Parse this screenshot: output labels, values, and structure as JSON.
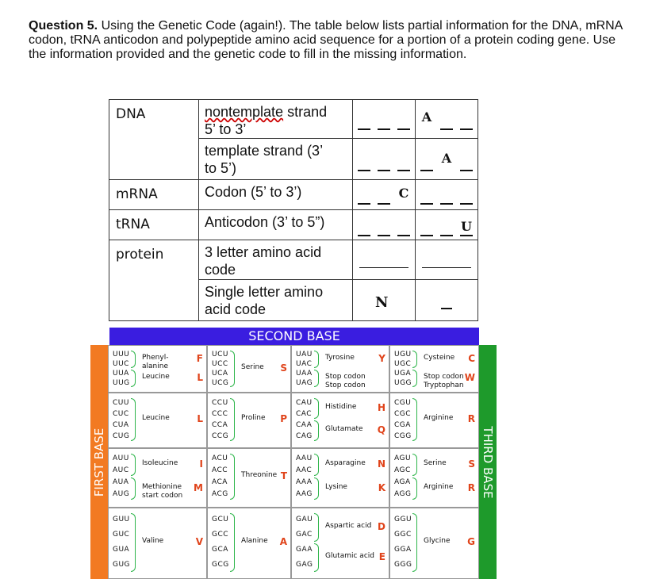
{
  "question": {
    "number": "Question 5.",
    "text": " Using the Genetic Code (again!). The table below lists partial information for the DNA, mRNA codon, tRNA anticodon and polypeptide amino acid sequence for a portion of a protein coding gene. Use the information provided and the genetic code to fill in the missing information."
  },
  "worksheet": {
    "dna_label": "DNA",
    "nontemplate_word": "nontemplate",
    "nontemplate_rest": " strand",
    "nontemplate_dir": "5’ to 3’",
    "template_line1": "template strand (3’",
    "template_line2": "to 5’)",
    "mrna_label": "mRNA",
    "codon_desc": "Codon (5’ to 3’)",
    "trna_label": "tRNA",
    "anticodon_desc": "Anticodon (3’ to 5”)",
    "protein_label": "protein",
    "three_letter_desc": "3 letter amino acid code",
    "single_letter_desc": "Single letter amino acid code",
    "nontemplate_col1": [
      "",
      "",
      ""
    ],
    "nontemplate_col2": [
      "A",
      "",
      ""
    ],
    "template_col1": [
      "",
      "",
      ""
    ],
    "template_col2": [
      "",
      "A",
      ""
    ],
    "codon_col1": [
      "",
      "",
      "C"
    ],
    "codon_col2": [
      "",
      "",
      ""
    ],
    "anticodon_col1": [
      "",
      "",
      ""
    ],
    "anticodon_col2": [
      "",
      "",
      "U"
    ],
    "single_col1": "N"
  },
  "genetic_code": {
    "second_base": "SECOND BASE",
    "first_base": "FIRST BASE",
    "third_base": "THIRD BASE",
    "cells": [
      {
        "codons": [
          "UUU",
          "UUC",
          "UUA",
          "UUG"
        ],
        "aas": [
          {
            "name": "Phenyl-\nalanine",
            "abbr": "F",
            "color": "#e0441b"
          },
          {
            "name": "Leucine",
            "abbr": "L",
            "color": "#e0441b"
          }
        ]
      },
      {
        "codons": [
          "UCU",
          "UCC",
          "UCA",
          "UCG"
        ],
        "aas": [
          {
            "name": "Serine",
            "abbr": "S",
            "color": "#e0441b"
          }
        ]
      },
      {
        "codons": [
          "UAU",
          "UAC",
          "UAA",
          "UAG"
        ],
        "aas": [
          {
            "name": "Tyrosine",
            "abbr": "Y",
            "color": "#e0441b"
          },
          {
            "name": "Stop codon\nStop codon",
            "abbr": "",
            "color": "#111"
          }
        ]
      },
      {
        "codons": [
          "UGU",
          "UGC",
          "UGA",
          "UGG"
        ],
        "aas": [
          {
            "name": "Cysteine",
            "abbr": "C",
            "color": "#e0441b"
          },
          {
            "name": "Stop codon\nTryptophan",
            "abbr": "W",
            "color": "#e0441b"
          }
        ]
      },
      {
        "codons": [
          "CUU",
          "CUC",
          "CUA",
          "CUG"
        ],
        "aas": [
          {
            "name": "Leucine",
            "abbr": "L",
            "color": "#e0441b"
          }
        ]
      },
      {
        "codons": [
          "CCU",
          "CCC",
          "CCA",
          "CCG"
        ],
        "aas": [
          {
            "name": "Proline",
            "abbr": "P",
            "color": "#e0441b"
          }
        ]
      },
      {
        "codons": [
          "CAU",
          "CAC",
          "CAA",
          "CAG"
        ],
        "aas": [
          {
            "name": "Histidine",
            "abbr": "H",
            "color": "#e0441b"
          },
          {
            "name": "Glutamate",
            "abbr": "Q",
            "color": "#e0441b"
          }
        ]
      },
      {
        "codons": [
          "CGU",
          "CGC",
          "CGA",
          "CGG"
        ],
        "aas": [
          {
            "name": "Arginine",
            "abbr": "R",
            "color": "#e0441b"
          }
        ]
      },
      {
        "codons": [
          "AUU",
          "AUC",
          "AUA",
          "AUG"
        ],
        "aas": [
          {
            "name": "Isoleucine",
            "abbr": "I",
            "color": "#e0441b"
          },
          {
            "name": "Methionine\nstart codon",
            "abbr": "M",
            "color": "#e0441b"
          }
        ]
      },
      {
        "codons": [
          "ACU",
          "ACC",
          "ACA",
          "ACG"
        ],
        "aas": [
          {
            "name": "Threonine",
            "abbr": "T",
            "color": "#e0441b"
          }
        ]
      },
      {
        "codons": [
          "AAU",
          "AAC",
          "AAA",
          "AAG"
        ],
        "aas": [
          {
            "name": "Asparagine",
            "abbr": "N",
            "color": "#e0441b"
          },
          {
            "name": "Lysine",
            "abbr": "K",
            "color": "#e0441b"
          }
        ]
      },
      {
        "codons": [
          "AGU",
          "AGC",
          "AGA",
          "AGG"
        ],
        "aas": [
          {
            "name": "Serine",
            "abbr": "S",
            "color": "#e0441b"
          },
          {
            "name": "Arginine",
            "abbr": "R",
            "color": "#e0441b"
          }
        ]
      },
      {
        "codons": [
          "GUU",
          "GUC",
          "GUA",
          "GUG"
        ],
        "aas": [
          {
            "name": "Valine",
            "abbr": "V",
            "color": "#e0441b"
          }
        ]
      },
      {
        "codons": [
          "GCU",
          "GCC",
          "GCA",
          "GCG"
        ],
        "aas": [
          {
            "name": "Alanine",
            "abbr": "A",
            "color": "#e0441b"
          }
        ]
      },
      {
        "codons": [
          "GAU",
          "GAC",
          "GAA",
          "GAG"
        ],
        "aas": [
          {
            "name": "Aspartic acid",
            "abbr": "D",
            "color": "#e0441b"
          },
          {
            "name": "Glutamic acid",
            "abbr": "E",
            "color": "#e0441b"
          }
        ]
      },
      {
        "codons": [
          "GGU",
          "GGC",
          "GGA",
          "GGG"
        ],
        "aas": [
          {
            "name": "Glycine",
            "abbr": "G",
            "color": "#e0441b"
          }
        ]
      }
    ]
  }
}
